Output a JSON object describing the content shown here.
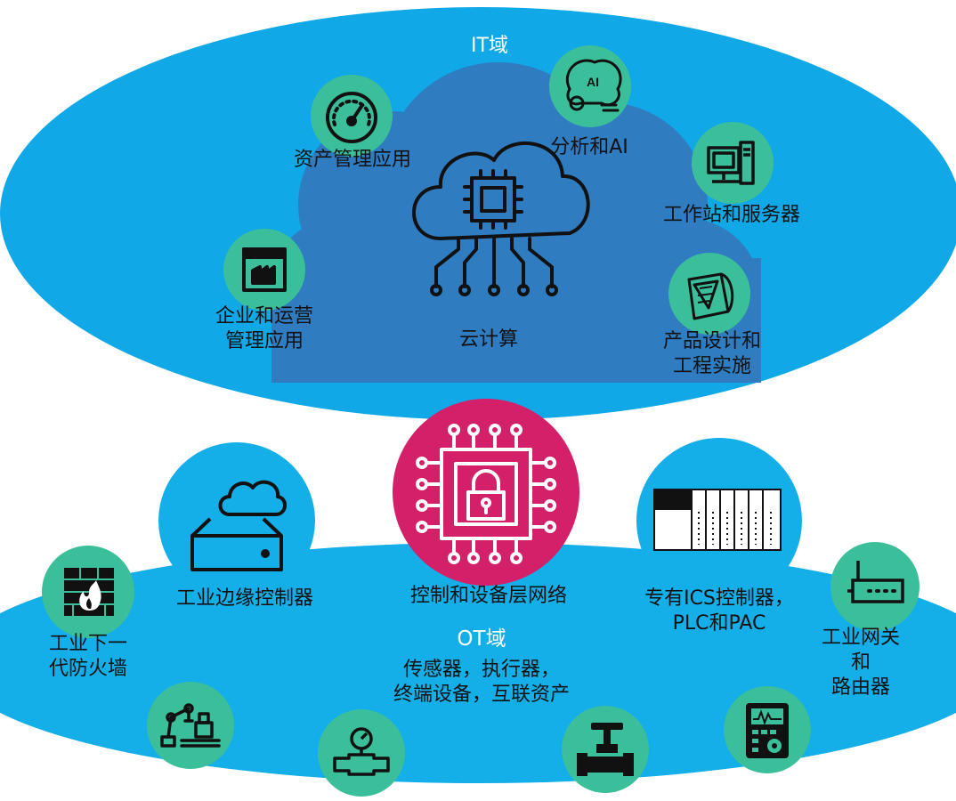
{
  "it_domain": {
    "title": "IT域",
    "cloud_label": "云计算",
    "nodes": [
      {
        "label": "资产管理应用",
        "icon": "gauge-icon"
      },
      {
        "label": "分析和AI",
        "icon": "ai-brain-icon"
      },
      {
        "label": "工作站和服务器",
        "icon": "workstation-icon"
      },
      {
        "label": "企业和运营\n管理应用",
        "icon": "factory-window-icon"
      },
      {
        "label": "产品设计和\n工程实施",
        "icon": "design-drafting-icon"
      }
    ]
  },
  "center": {
    "label": "控制和设备层网络",
    "icon": "chip-lock-icon"
  },
  "ot_domain": {
    "title": "OT域",
    "subtitle": "传感器，执行器，\n终端设备，互联资产",
    "nodes": [
      {
        "label": "工业边缘控制器",
        "icon": "edge-server-cloud-icon"
      },
      {
        "label": "工业下一\n代防火墙",
        "icon": "firewall-icon"
      },
      {
        "label": "专有ICS控制器，\nPLC和PAC",
        "icon": "plc-rack-icon"
      },
      {
        "label": "工业网关和\n路由器",
        "icon": "router-icon"
      },
      {
        "label": "",
        "icon": "robot-arm-icon"
      },
      {
        "label": "",
        "icon": "flow-meter-icon"
      },
      {
        "label": "",
        "icon": "valve-actuator-icon"
      },
      {
        "label": "",
        "icon": "meter-device-icon"
      }
    ]
  },
  "colors": {
    "it_ellipse": "#10a8e6",
    "cloud": "#2f7cc1",
    "ot_ellipse": "#14aee8",
    "icon_circle": "#3bbf9b",
    "center_circle": "#d41f69",
    "icon_stroke": "#111111"
  }
}
